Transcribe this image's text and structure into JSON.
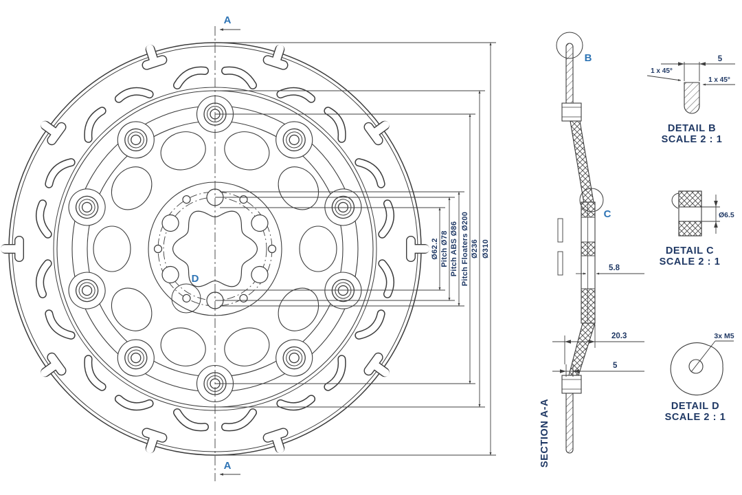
{
  "drawing": {
    "main_view": {
      "section_arrow_top": "A",
      "section_arrow_bottom": "A",
      "detail_d_marker": "D"
    },
    "dim_labels": {
      "bore": "Ø62.2",
      "pitch": "Pitch Ø78",
      "pitch_abs": "Pitch ABS Ø86",
      "pitch_floaters": "Pitch Floaters Ø200",
      "band_inner": "Ø236",
      "outer": "Ø310"
    },
    "section_view": {
      "title": "SECTION A-A",
      "detail_b_marker": "B",
      "detail_c_marker": "C",
      "hub_thickness": "5.8",
      "offset_width": "20.3",
      "disc_thickness": "5"
    },
    "detail_b": {
      "title": "DETAIL B",
      "scale": "SCALE 2 : 1",
      "width": "5",
      "chamfer_left": "1 x 45°",
      "chamfer_right": "1 x 45°"
    },
    "detail_c": {
      "title": "DETAIL C",
      "scale": "SCALE 2 : 1",
      "hole_dia": "Ø6.5"
    },
    "detail_d": {
      "title": "DETAIL D",
      "scale": "SCALE 2 : 1",
      "thread_callout": "3x M5"
    }
  },
  "colors": {
    "line": "#3b3b3b",
    "dim_text": "#1F3864",
    "marker_letter": "#2E74B5",
    "background": "#FFFFFF"
  }
}
